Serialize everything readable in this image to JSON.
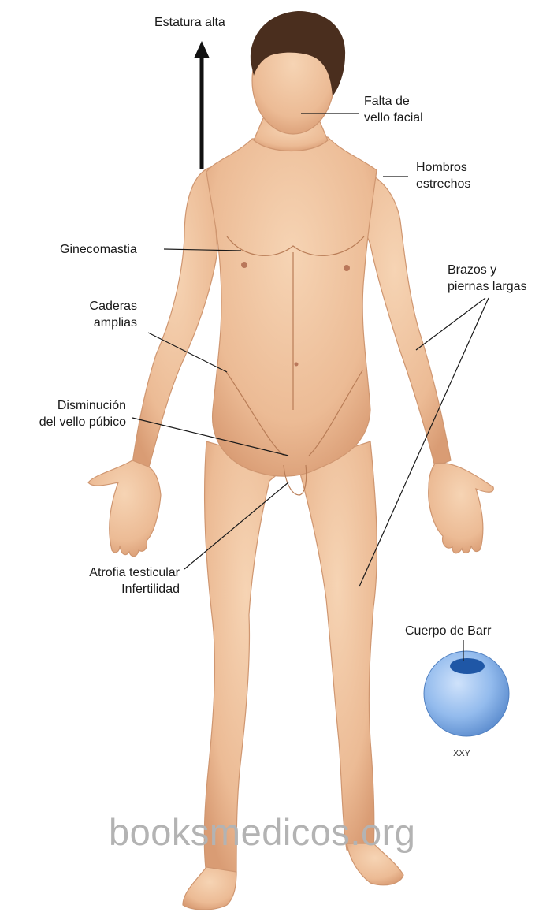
{
  "labels": {
    "tall_stature": "Estatura alta",
    "facial_hair": [
      "Falta de",
      "vello facial"
    ],
    "shoulders": [
      "Hombros",
      "estrechos"
    ],
    "gynecomastia": "Ginecomastia",
    "limbs": [
      "Brazos y",
      "piernas largas"
    ],
    "hips": [
      "Caderas",
      "amplias"
    ],
    "pubic_hair": [
      "Disminución",
      "del vello púbico"
    ],
    "testicular": [
      "Atrofia testicular",
      "Infertilidad"
    ],
    "barr_body": "Cuerpo de Barr",
    "karyotype": "XXY"
  },
  "watermark": "booksmedicos.org",
  "colors": {
    "skin": "#eebf9a",
    "skin_shadow": "#d99c74",
    "hair": "#4a2e1e",
    "cell": "#8fb7ea",
    "barr": "#1f57a6",
    "line": "#1a1a1a"
  }
}
